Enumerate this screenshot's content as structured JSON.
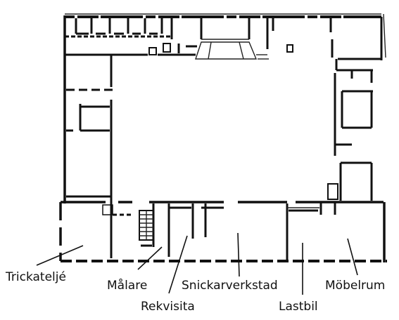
{
  "labels": {
    "trickatelje": "Trickateljé",
    "malare": "Målare",
    "rekvisita": "Rekvisita",
    "snickarverkstad": "Snickarverkstad",
    "lastbil": "Lastbil",
    "mobelrum": "Möbelrum"
  }
}
